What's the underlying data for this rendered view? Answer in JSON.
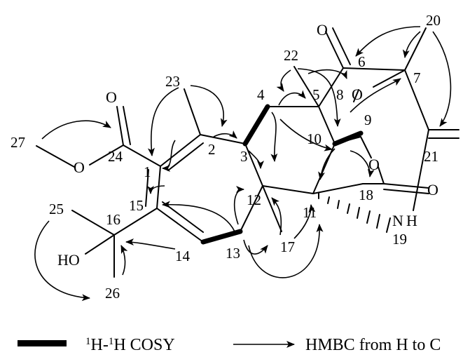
{
  "atom_labels": {
    "o_ketone6": "O",
    "o_ester8": "O",
    "o_lactone": "O",
    "o_ester24_carbonyl": "O",
    "o_ester24_methoxy": "O",
    "o_amide21": "O",
    "hydroxyl": "HO",
    "nh": "N",
    "nh_h": "H"
  },
  "carbon_numbers": {
    "c1": "1",
    "c2": "2",
    "c3": "3",
    "c4": "4",
    "c5": "5",
    "c6": "6",
    "c7": "7",
    "c8": "8",
    "c9": "9",
    "c10": "10",
    "c11": "11",
    "c12": "12",
    "c13": "13",
    "c14": "14",
    "c15": "15",
    "c16": "16",
    "c17": "17",
    "c18": "18",
    "c19": "19",
    "c20": "20",
    "c21": "21",
    "c22": "22",
    "c23": "23",
    "c24": "24",
    "c25": "25",
    "c26": "26",
    "c27": "27"
  },
  "legend": {
    "cosy_sup1": "1",
    "cosy_h1": "H-",
    "cosy_sup2": "1",
    "cosy_h2": "H COSY",
    "hmbc_label": "HMBC from H to C"
  }
}
